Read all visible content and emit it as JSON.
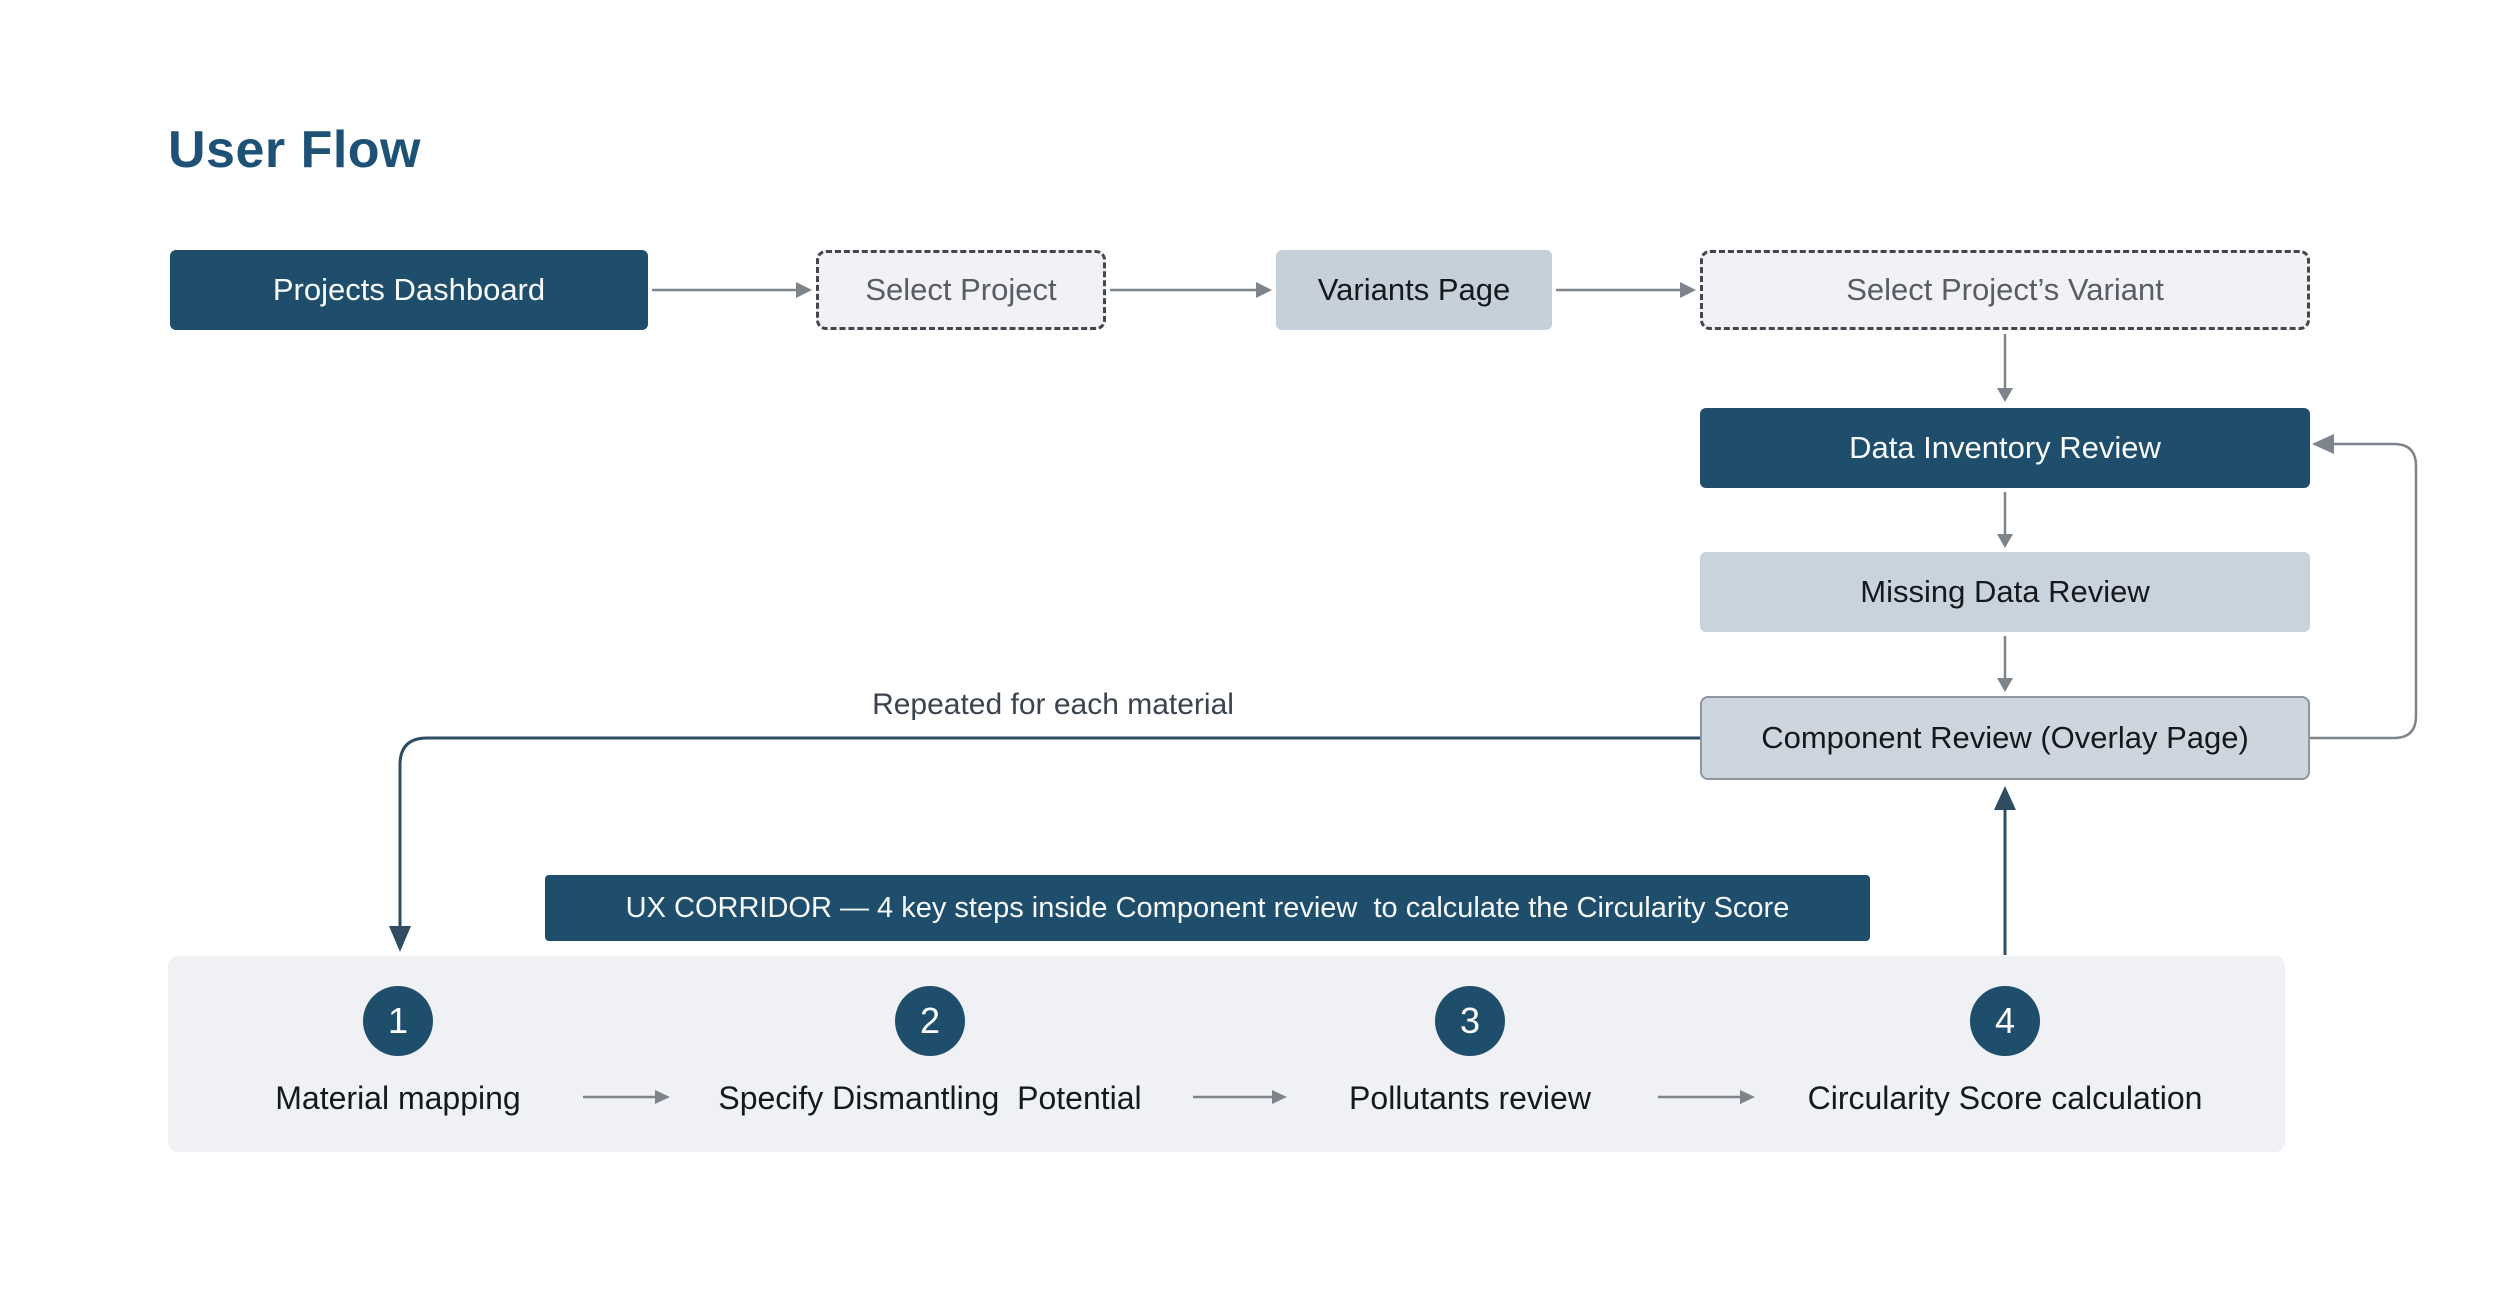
{
  "page": {
    "title": "User Flow"
  },
  "colors": {
    "navy": "#1E4E6C",
    "title_blue": "#1D5276",
    "light_blue_node": "#C6D0DA",
    "light_blue_node_2": "#C9D3DD",
    "component_node_fill": "#CDD6DE",
    "component_node_border": "#8F979E",
    "dashed_fill": "#F2F2F6",
    "dashed_border": "#42474E",
    "muted_text": "#575D65",
    "dark_text": "#15181C",
    "panel_bg": "#F0F1F4",
    "connector_gray": "#7E848B",
    "connector_dark": "#2E4D63"
  },
  "flow_top": {
    "nodes": [
      {
        "id": "projects-dashboard",
        "label": "Projects Dashboard",
        "style": "solid-dark"
      },
      {
        "id": "select-project",
        "label": "Select Project",
        "style": "dashed"
      },
      {
        "id": "variants-page",
        "label": "Variants Page",
        "style": "solid-light"
      },
      {
        "id": "select-project-variant",
        "label": "Select Project’s Variant",
        "style": "dashed"
      }
    ]
  },
  "flow_right": {
    "nodes": [
      {
        "id": "data-inventory-review",
        "label": "Data Inventory Review",
        "style": "solid-dark"
      },
      {
        "id": "missing-data-review",
        "label": "Missing Data Review",
        "style": "solid-light"
      },
      {
        "id": "component-review",
        "label": "Component Review (Overlay Page)",
        "style": "solid-light-bordered"
      }
    ]
  },
  "loop_note": "Repeated for each material",
  "banner": "UX CORRIDOR — 4 key steps inside Component review  to calculate the Circularity Score",
  "steps": [
    {
      "number": "1",
      "label": "Material mapping"
    },
    {
      "number": "2",
      "label": "Specify Dismantling  Potential"
    },
    {
      "number": "3",
      "label": "Pollutants review"
    },
    {
      "number": "4",
      "label": "Circularity Score calculation"
    }
  ]
}
